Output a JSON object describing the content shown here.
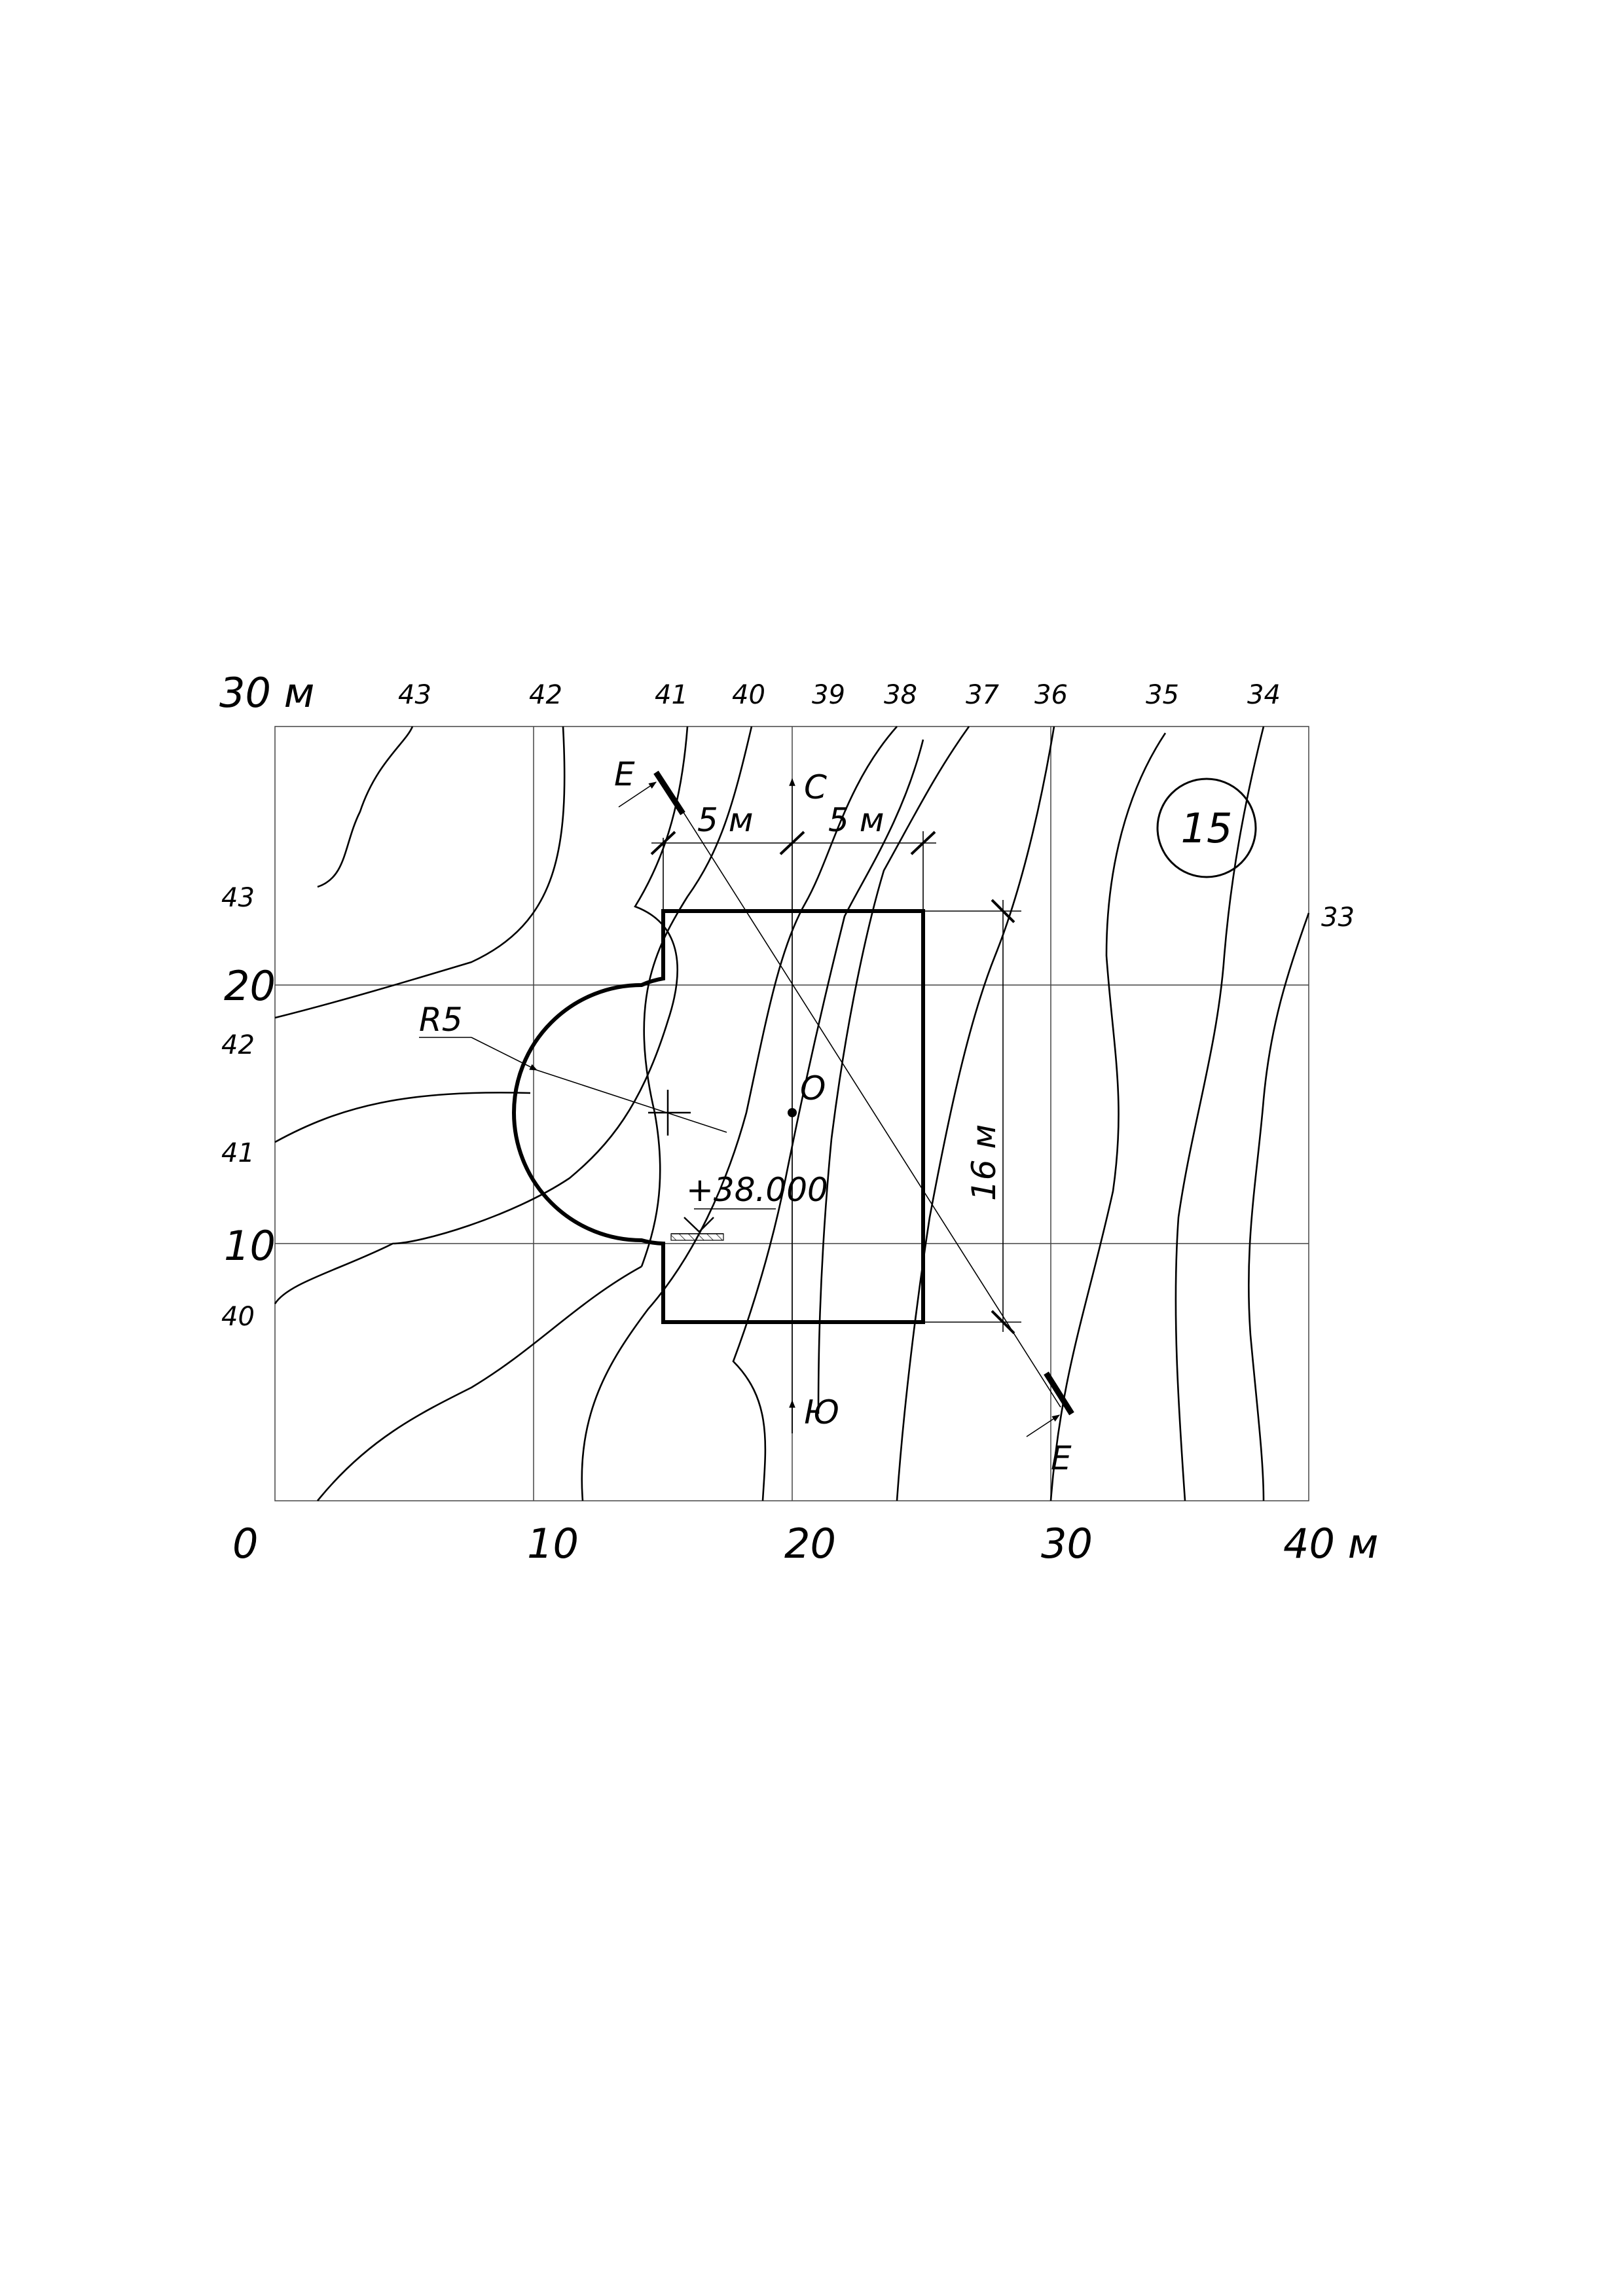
{
  "sheet_number": "15",
  "axes": {
    "x_labels": [
      "0",
      "10",
      "20",
      "30",
      "40 м"
    ],
    "y_labels": [
      "10",
      "20",
      "30 м"
    ]
  },
  "contours": {
    "top": [
      "43",
      "42",
      "41",
      "40",
      "39",
      "38",
      "37",
      "36",
      "35",
      "34"
    ],
    "left": [
      "43",
      "42",
      "41",
      "40"
    ],
    "right": [
      "33"
    ]
  },
  "annotations": {
    "radius": "R5",
    "elevation": "+38.000",
    "point_o": "О",
    "north": "С",
    "south": "Ю",
    "section_mark": "Е",
    "dim_left": "5 м",
    "dim_right": "5 м",
    "dim_height": "16 м"
  }
}
